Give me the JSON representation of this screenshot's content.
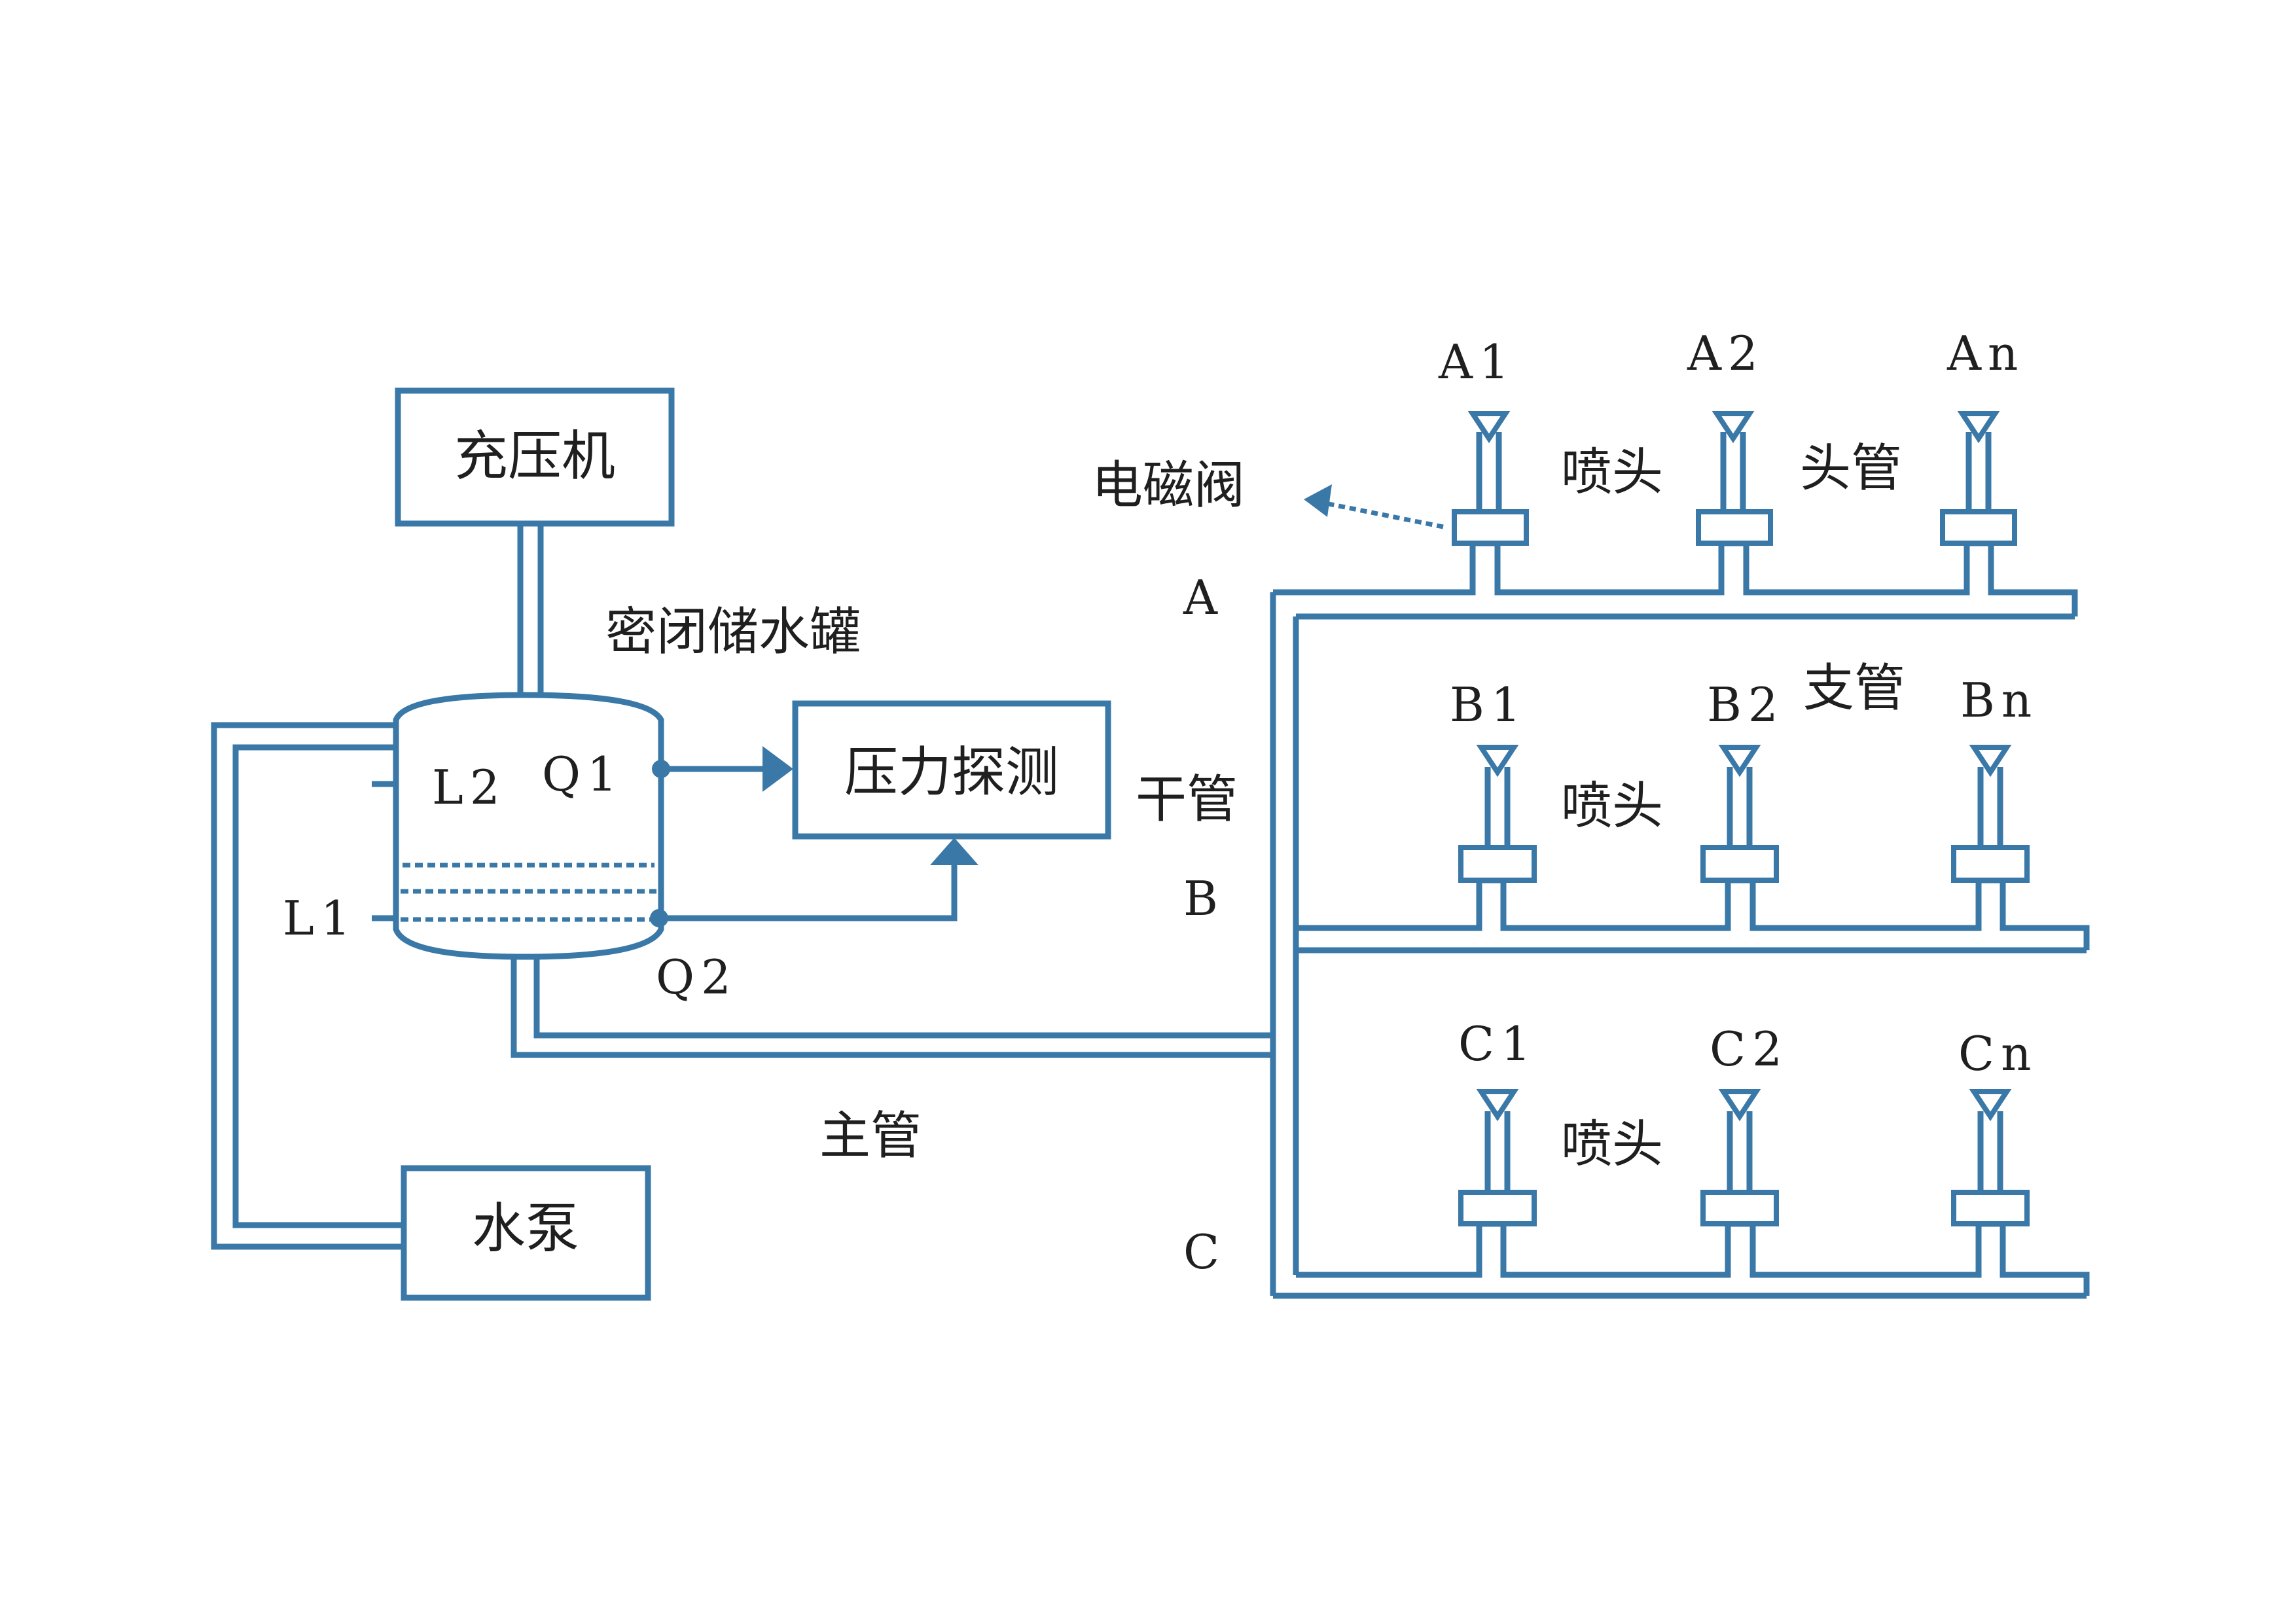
{
  "equipment": {
    "compressor": "充压机",
    "sealed_tank": "密闭储水罐",
    "pressure_detector": "压力探测",
    "water_pump": "水泵"
  },
  "tank_ports": {
    "L1": "L1",
    "L2": "L2",
    "Q1": "Q1",
    "Q2": "Q2"
  },
  "pipes": {
    "main_pipe": "主管",
    "trunk_pipe": "干管",
    "branch_pipe": "支管",
    "head_pipe": "头管"
  },
  "solenoid_valve": "电磁阀",
  "nozzle": "喷头",
  "branches": {
    "A": "A",
    "B": "B",
    "C": "C"
  },
  "nozzle_codes": {
    "A1": "A1",
    "A2": "A2",
    "An": "An",
    "B1": "B1",
    "B2": "B2",
    "Bn": "Bn",
    "C1": "C1",
    "C2": "C2",
    "Cn": "Cn"
  },
  "colors": {
    "pipe": "#3a78a8",
    "text": "#1f1f1f",
    "background": "#ffffff"
  }
}
